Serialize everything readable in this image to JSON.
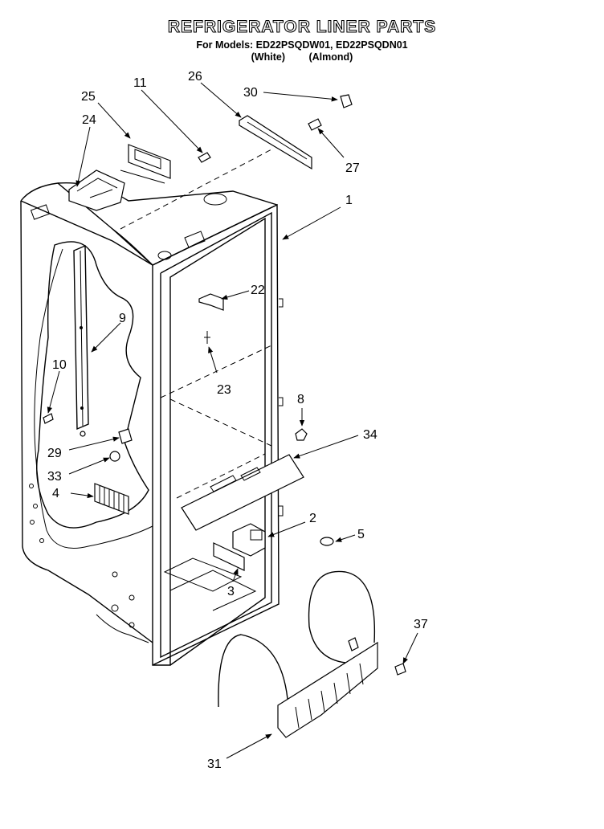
{
  "header": {
    "title": "REFRIGERATOR LINER PARTS",
    "models_line": "For Models: ED22PSQDW01, ED22PSQDN01",
    "color_white": "(White)",
    "color_almond": "(Almond)"
  },
  "callouts": {
    "p1": "1",
    "p2": "2",
    "p3": "3",
    "p4": "4",
    "p5": "5",
    "p8": "8",
    "p9": "9",
    "p10": "10",
    "p11": "11",
    "p22": "22",
    "p23": "23",
    "p24": "24",
    "p25": "25",
    "p26": "26",
    "p27": "27",
    "p29": "29",
    "p30": "30",
    "p31": "31",
    "p33": "33",
    "p34": "34",
    "p37": "37"
  }
}
